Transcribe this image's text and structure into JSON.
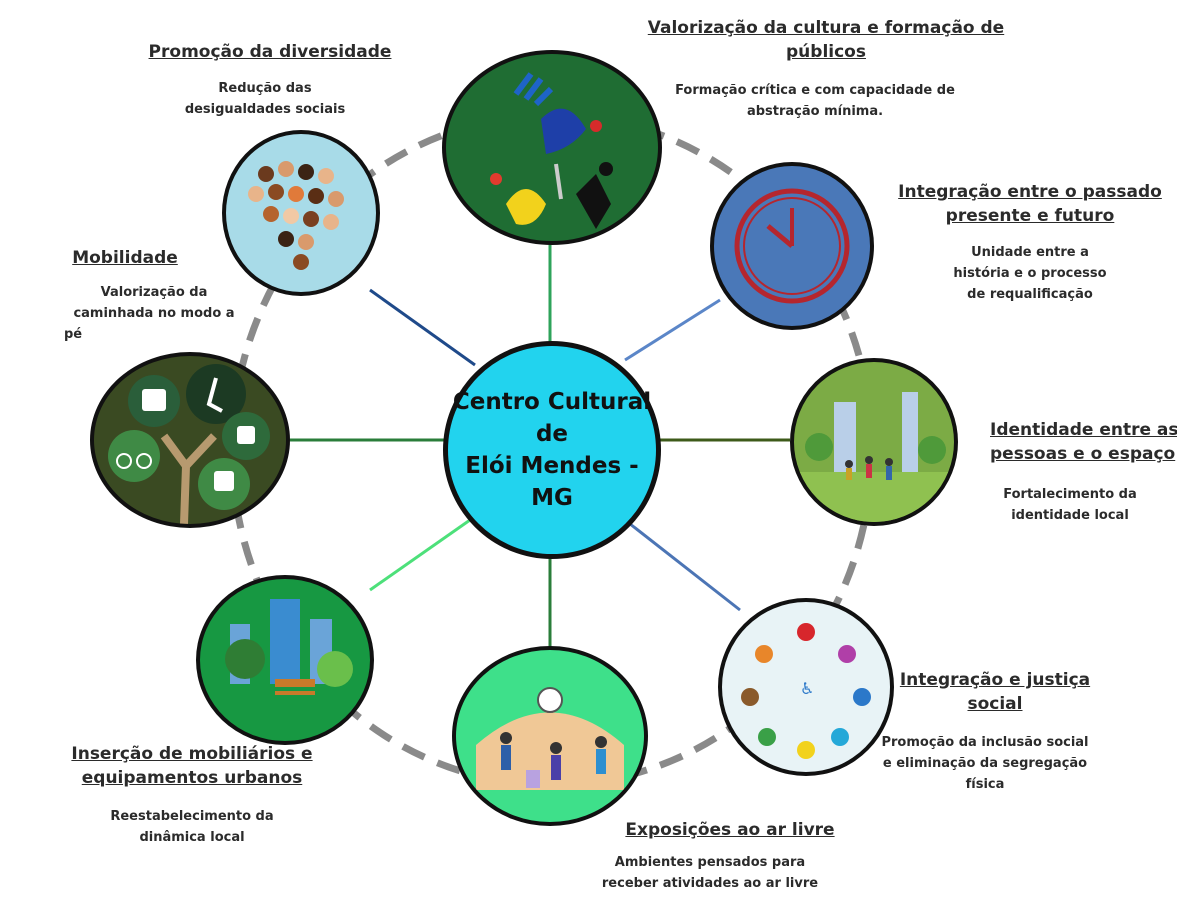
{
  "center": {
    "lines": [
      "Centro Cultural",
      "de",
      "Elói Mendes -",
      "MG"
    ]
  },
  "nodes": [
    {
      "title_lines": [
        "Valorização da cultura e formação de",
        "públicos"
      ],
      "desc_lines": [
        "Formação crítica e com capacidade de",
        "abstração mínima."
      ],
      "icon": "dancers-icon",
      "color": "#1f6d33"
    },
    {
      "title_lines": [
        "Integração entre o passado",
        "presente e futuro"
      ],
      "desc_lines": [
        "Unidade entre a",
        "história e o processo",
        "de requalificação"
      ],
      "icon": "clock-icon",
      "color": "#4a78b8"
    },
    {
      "title_lines": [
        "Identidade entre as",
        "pessoas e o espaço"
      ],
      "desc_lines": [
        "Fortalecimento da",
        "identidade local"
      ],
      "icon": "city-park-people-icon",
      "color": "#7cab45"
    },
    {
      "title_lines": [
        "Integração e justiça",
        "social"
      ],
      "desc_lines": [
        "Promoção da inclusão social",
        "e eliminação da segregação",
        "física"
      ],
      "icon": "inclusion-circle-icon",
      "color": "#e8f3f6"
    },
    {
      "title_lines": [
        "Exposições ao ar livre"
      ],
      "desc_lines": [
        "Ambientes pensados para",
        "receber atividades ao ar livre"
      ],
      "icon": "outdoor-exhibition-icon",
      "color": "#3ee08a"
    },
    {
      "title_lines": [
        "Inserção de mobiliários e",
        "equipamentos urbanos"
      ],
      "desc_lines": [
        "Reestabelecimento da",
        "dinâmica local"
      ],
      "icon": "urban-furniture-icon",
      "color": "#179842"
    },
    {
      "title_lines": [
        "Mobilidade"
      ],
      "desc_lines": [
        "Valorização da",
        "caminhada no modo a",
        "pé"
      ],
      "icon": "mobility-icon",
      "color": "#3a4a22"
    },
    {
      "title_lines": [
        "Promoção da diversidade"
      ],
      "desc_lines": [
        "Redução das",
        "desigualdades sociais"
      ],
      "icon": "crowd-icon",
      "color": "#a8dbe8"
    }
  ]
}
